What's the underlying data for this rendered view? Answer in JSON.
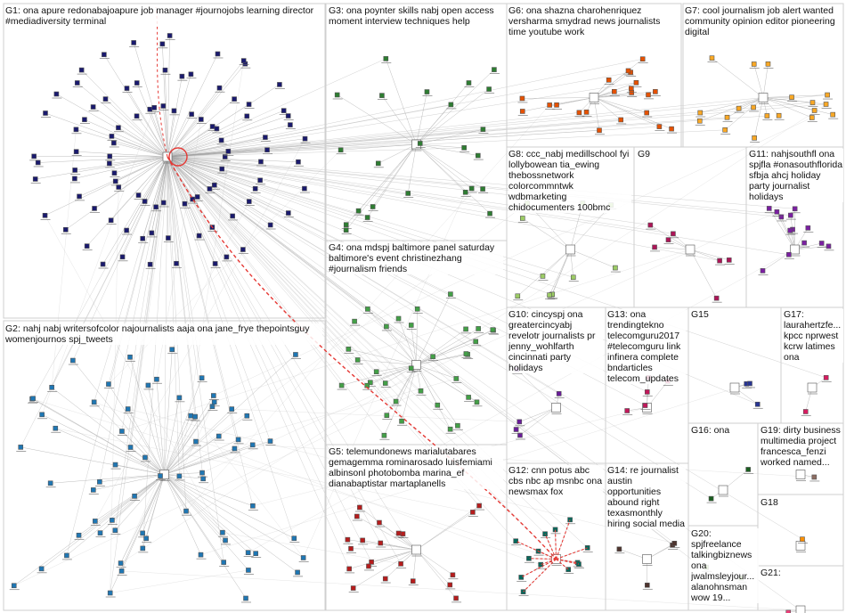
{
  "groups": [
    {
      "id": "G1",
      "label": "G1: ona apure redonabajoapure job manager #journojobs learning director #mediadiversity terminal",
      "color": "#1a1a6e"
    },
    {
      "id": "G2",
      "label": "G2: nahj nabj writersofcolor najournalists aaja ona jane_frye thepointsguy womenjournos spj_tweets",
      "color": "#1f77b4"
    },
    {
      "id": "G3",
      "label": "G3: ona poynter skills nabj open access moment interview techniques help",
      "color": "#2e7d32"
    },
    {
      "id": "G4",
      "label": "G4: ona mdspj baltimore panel saturday baltimore's event christinezhang #journalism friends",
      "color": "#43a047"
    },
    {
      "id": "G5",
      "label": "G5: telemundonews marialutabares gemagemma rominarosado luisfemiami albinsonl photobomba marina_ef dianabaptistar martaplanells",
      "color": "#b71c1c"
    },
    {
      "id": "G6",
      "label": "G6: ona shazna charohenriquez versharma smydrad news journalists time youtube work",
      "color": "#e65100"
    },
    {
      "id": "G7",
      "label": "G7: cool journalism job alert wanted community opinion editor pioneering digital",
      "color": "#f9a825"
    },
    {
      "id": "G8",
      "label": "G8: ccc_nabj medillschool fyi lollybowean tia_ewing thebossnetwork colorcommntwk wdbmarketing chidocumenters 100bmc",
      "color": "#9ccc65"
    },
    {
      "id": "G9",
      "label": "G9",
      "color": "#ad1457"
    },
    {
      "id": "G10",
      "label": "G10: cincyspj ona greatercincyabj revelotr journalists pr jenny_wohlfarth cincinnati party holidays",
      "color": "#6a1b9a"
    },
    {
      "id": "G11",
      "label": "G11: nahjsouthfl ona spjfla #onasouthflorida sfbja ahcj holiday party journalist holidays",
      "color": "#7b1fa2"
    },
    {
      "id": "G12",
      "label": "G12: cnn potus abc cbs nbc ap msnbc ona newsmax fox",
      "color": "#00695c"
    },
    {
      "id": "G13",
      "label": "G13: ona trendingtekno telecomguru2017 #telecomguru link infinera complete bndarticles telecom_updates",
      "color": "#c2185b"
    },
    {
      "id": "G14",
      "label": "G14: re journalist austin opportunities abound right texasmonthly hiring social media",
      "color": "#4e342e"
    },
    {
      "id": "G15",
      "label": "G15",
      "color": "#283593"
    },
    {
      "id": "G16",
      "label": "G16: ona",
      "color": "#1b5e20"
    },
    {
      "id": "G17",
      "label": "G17: laurahertzfe... kpcc nprwest kcrw latimes ona",
      "color": "#d81b60"
    },
    {
      "id": "G18",
      "label": "G18",
      "color": "#ff8f00"
    },
    {
      "id": "G19",
      "label": "G19: dirty business multimedia project francesca_fenzi worked named...",
      "color": "#8d6e63"
    },
    {
      "id": "G20",
      "label": "G20: spjfreelance talkingbiznews ona jwalmsleyjour... alanohnsman wow 19...",
      "color": "#7cb342"
    },
    {
      "id": "G21",
      "label": "G21:",
      "color": "#ec407a"
    }
  ]
}
